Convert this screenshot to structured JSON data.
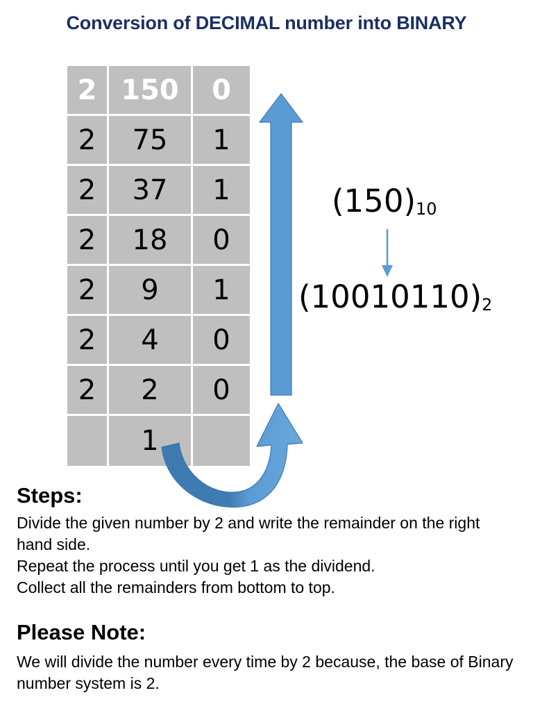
{
  "title": "Conversion of DECIMAL number into BINARY",
  "colors": {
    "title": "#1b2f62",
    "table_cell": "#bfbfbf",
    "arrow_blue": "#5b9bd5",
    "arrow_blue_dark": "#3d7ab0",
    "text": "#000000"
  },
  "table": {
    "columns": [
      "divisor",
      "dividend",
      "remainder"
    ],
    "rows": [
      {
        "divisor": "2",
        "dividend": "150",
        "remainder": "0",
        "header": true
      },
      {
        "divisor": "2",
        "dividend": "75",
        "remainder": "1",
        "header": false
      },
      {
        "divisor": "2",
        "dividend": "37",
        "remainder": "1",
        "header": false
      },
      {
        "divisor": "2",
        "dividend": "18",
        "remainder": "0",
        "header": false
      },
      {
        "divisor": "2",
        "dividend": "9",
        "remainder": "1",
        "header": false
      },
      {
        "divisor": "2",
        "dividend": "4",
        "remainder": "0",
        "header": false
      },
      {
        "divisor": "2",
        "dividend": "2",
        "remainder": "0",
        "header": false
      },
      {
        "divisor": "",
        "dividend": "1",
        "remainder": "",
        "header": false
      }
    ]
  },
  "conversion": {
    "decimal_main": "(150)",
    "decimal_base": "10",
    "binary_main": "(10010110)",
    "binary_base": "2"
  },
  "steps": {
    "heading": "Steps:",
    "lines": [
      "Divide the given number by 2 and write the remainder on the right hand side.",
      "Repeat the process until you get 1 as the dividend.",
      "Collect all the remainders from bottom to top."
    ]
  },
  "note": {
    "heading": "Please Note:",
    "lines": [
      "We will divide the number every time by 2 because, the base of Binary number system is 2."
    ]
  },
  "icons": {
    "up_arrow": "up-arrow-icon",
    "curved_arrow": "curved-sweep-arrow-icon",
    "down_arrow": "down-arrow-icon"
  }
}
